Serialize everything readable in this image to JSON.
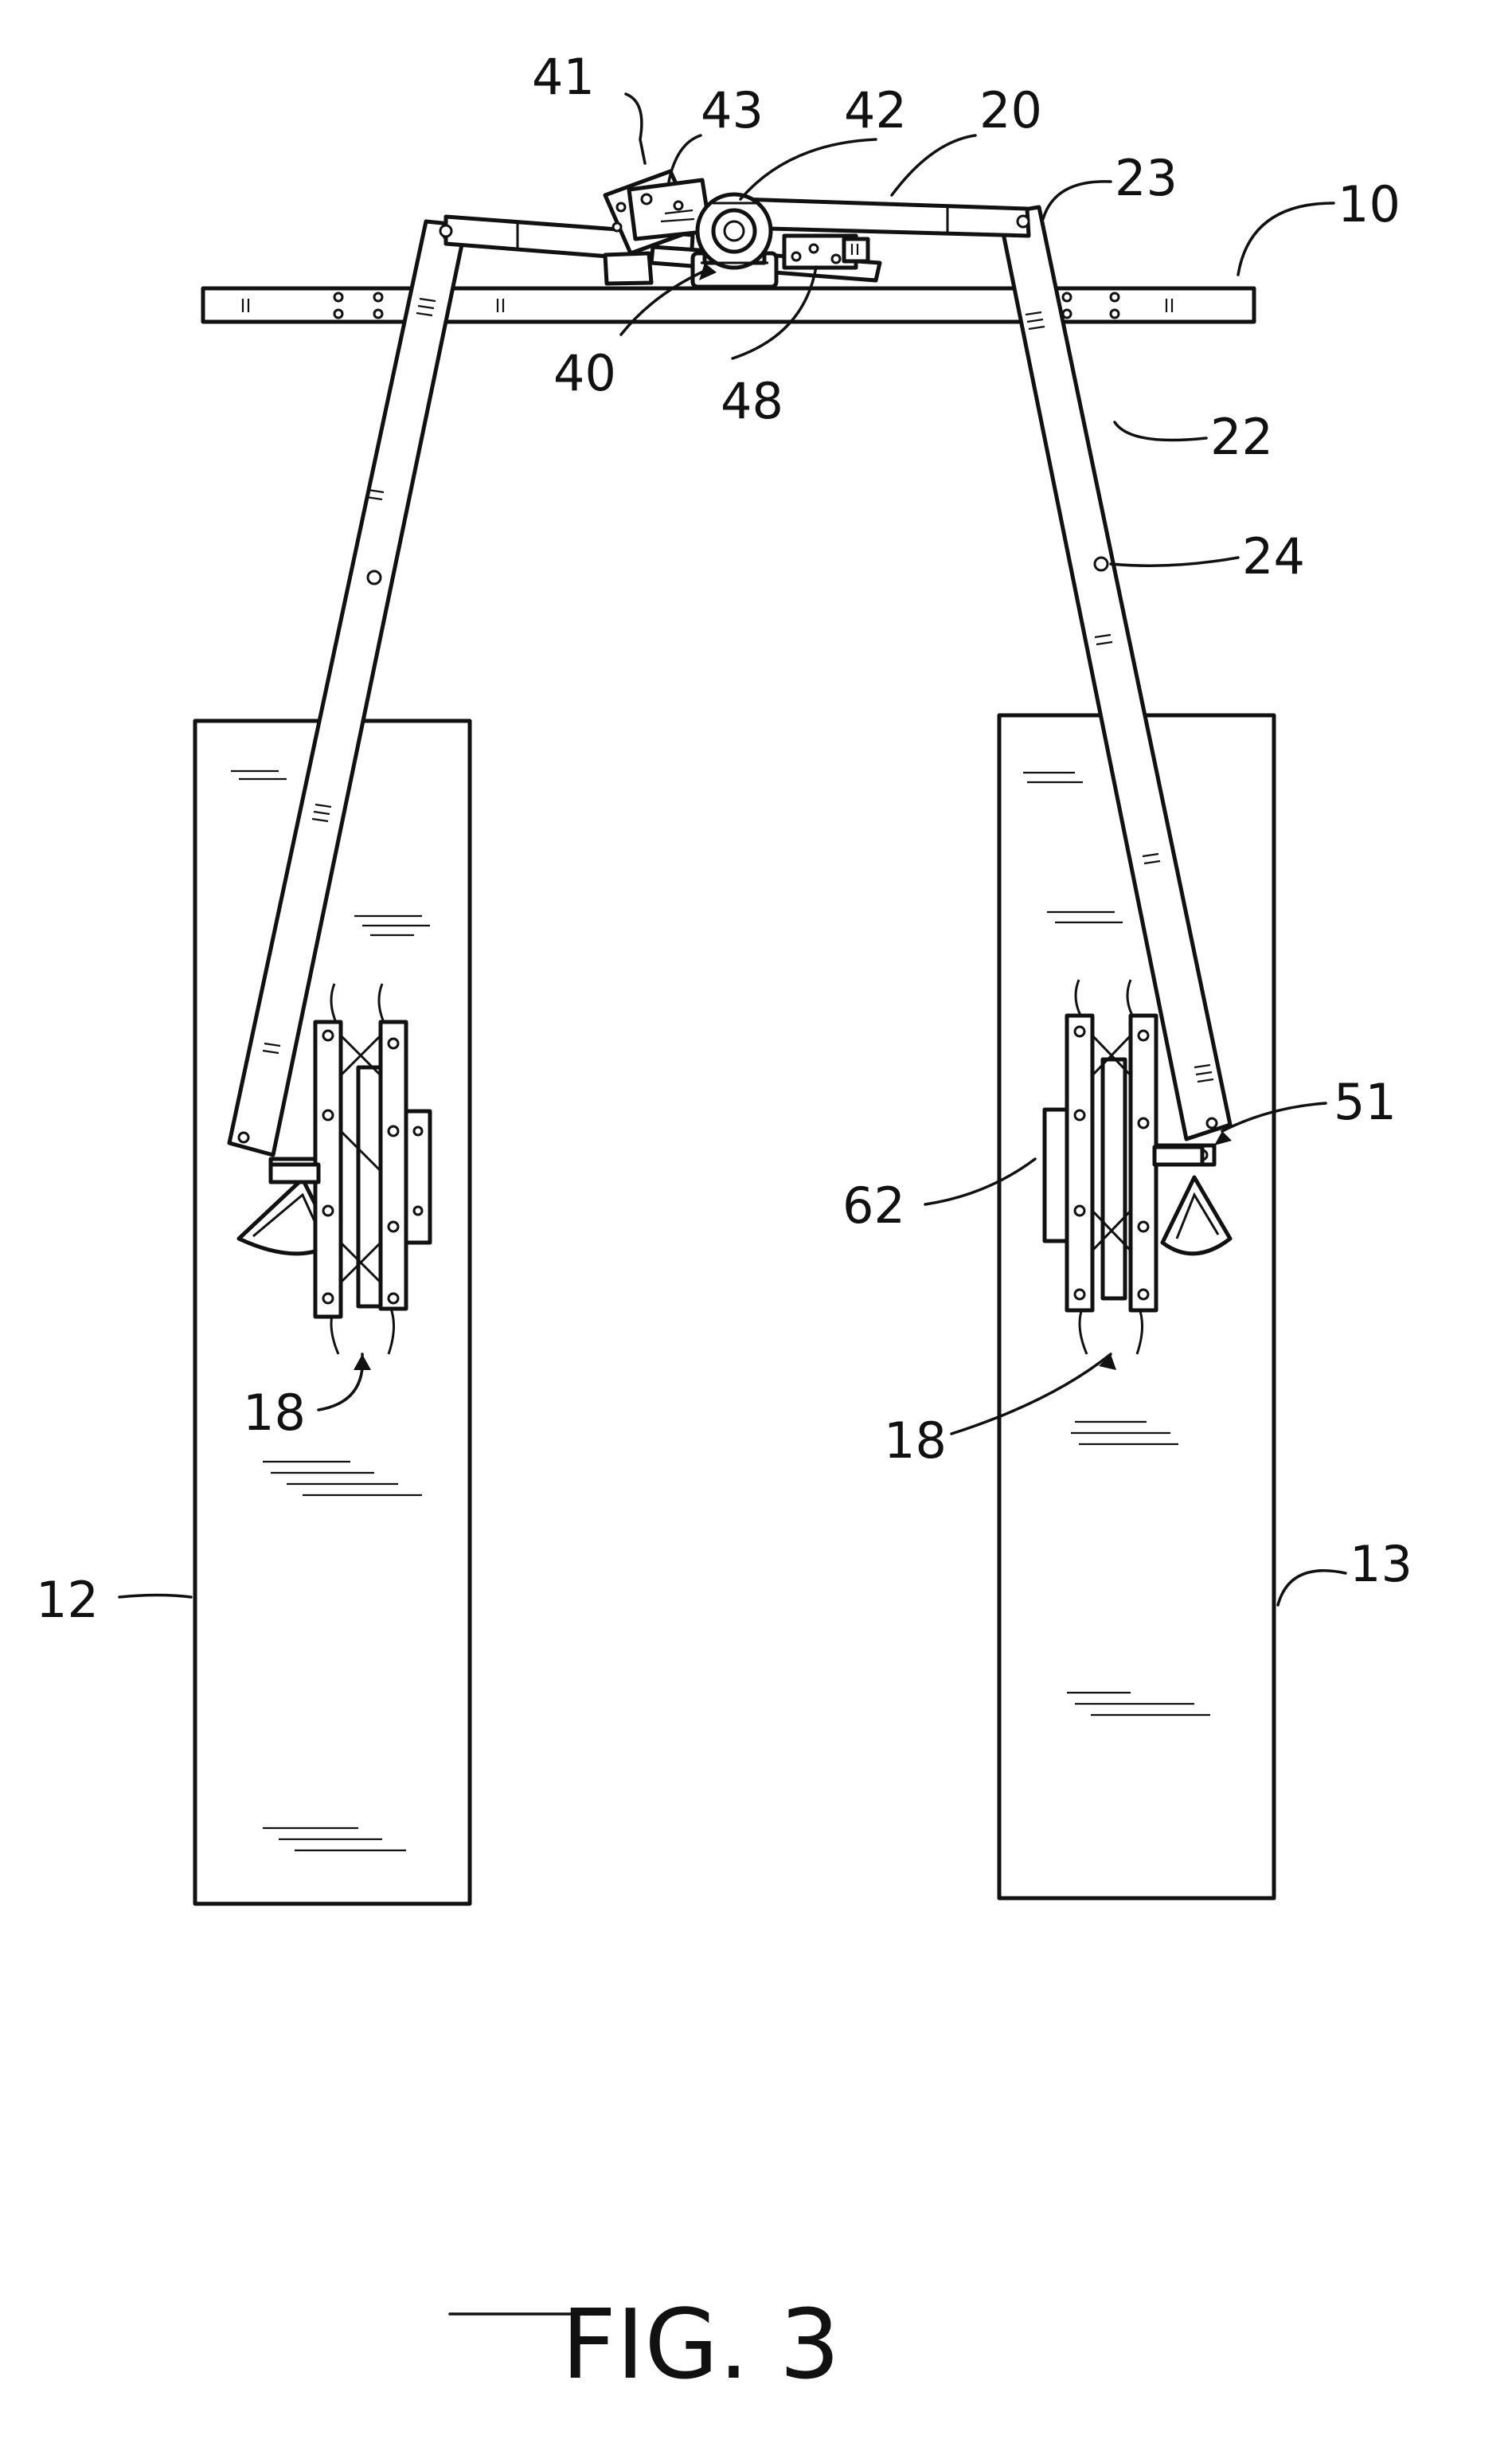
{
  "figure": {
    "caption": "FIG. 3",
    "labels": {
      "l10": "10",
      "l12": "12",
      "l13": "13",
      "l18a": "18",
      "l18b": "18",
      "l20": "20",
      "l22": "22",
      "l23": "23",
      "l24": "24",
      "l40": "40",
      "l41": "41",
      "l42": "42",
      "l43": "43",
      "l48": "48",
      "l51": "51",
      "l62": "62"
    }
  }
}
